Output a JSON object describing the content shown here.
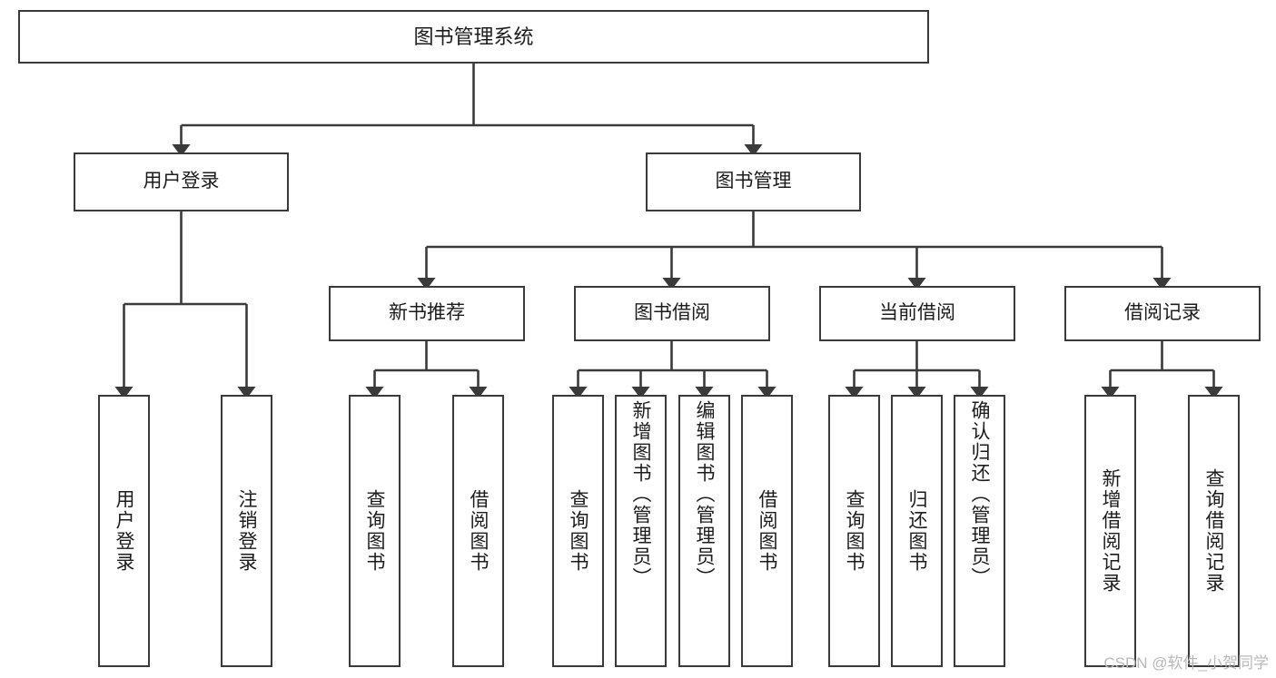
{
  "diagram": {
    "type": "tree",
    "title": "图书管理系统",
    "stroke_color": "#3a3a3a",
    "text_color": "#1c1c1c",
    "background": "#ffffff",
    "root": {
      "label": "图书管理系统"
    },
    "level2": [
      {
        "label": "用户登录"
      },
      {
        "label": "图书管理"
      }
    ],
    "level3": [
      {
        "label": "新书推荐"
      },
      {
        "label": "图书借阅"
      },
      {
        "label": "当前借阅"
      },
      {
        "label": "借阅记录"
      }
    ],
    "leaves": {
      "user_login": [
        {
          "label": "用户登录"
        },
        {
          "label": "注销登录"
        }
      ],
      "new_book": [
        {
          "label": "查询图书"
        },
        {
          "label": "借阅图书"
        }
      ],
      "borrow_book": [
        {
          "label": "查询图书"
        },
        {
          "label": "新增图书（管理员）"
        },
        {
          "label": "编辑图书（管理员）"
        },
        {
          "label": "借阅图书"
        }
      ],
      "current_borrow": [
        {
          "label": "查询图书"
        },
        {
          "label": "归还图书"
        },
        {
          "label": "确认归还（管理员）"
        }
      ],
      "borrow_record": [
        {
          "label": "新增借阅记录"
        },
        {
          "label": "查询借阅记录"
        }
      ]
    }
  },
  "watermark": {
    "text": "CSDN @软件_小贺同学"
  }
}
